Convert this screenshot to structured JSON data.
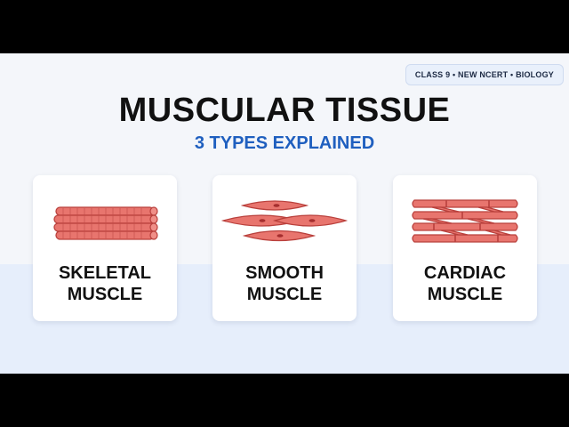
{
  "header": {
    "tag": "CLASS 9 • NEW NCERT • BIOLOGY",
    "title": "MUSCULAR TISSUE",
    "subtitle": "3 TYPES EXPLAINED"
  },
  "cards": [
    {
      "line1": "SKELETAL",
      "line2": "MUSCLE",
      "icon": "skeletal-muscle-icon"
    },
    {
      "line1": "SMOOTH",
      "line2": "MUSCLE",
      "icon": "smooth-muscle-icon"
    },
    {
      "line1": "CARDIAC",
      "line2": "MUSCLE",
      "icon": "cardiac-muscle-icon"
    }
  ],
  "colors": {
    "accent": "#1f5fbf",
    "muscle_fill": "#e8756e",
    "muscle_stroke": "#b9403c",
    "nucleus": "#a52e2e"
  }
}
